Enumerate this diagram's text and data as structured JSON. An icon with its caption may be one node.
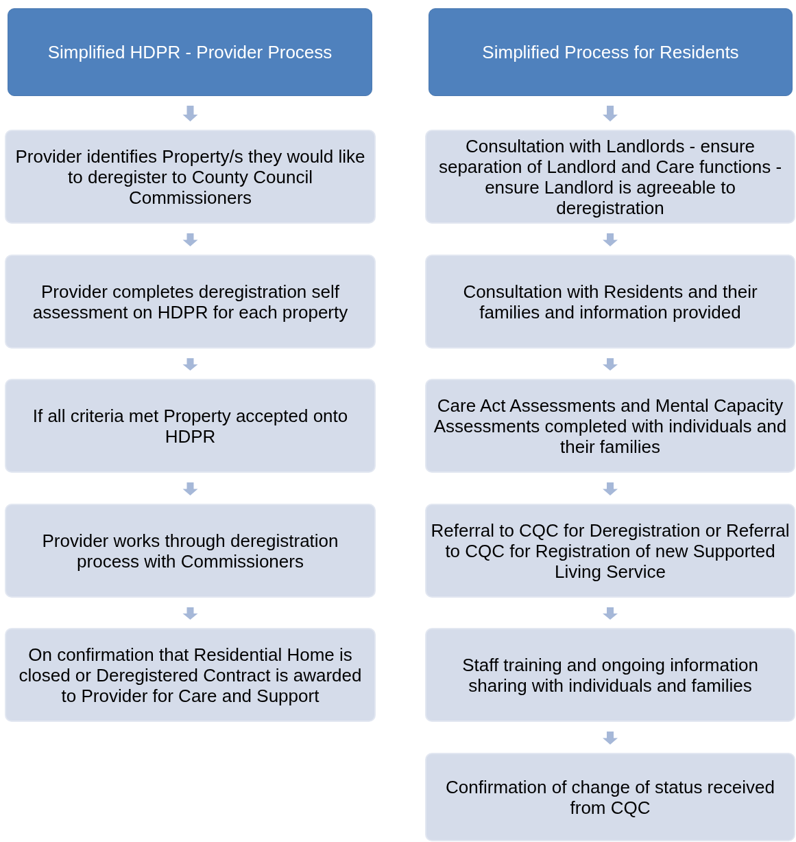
{
  "diagram": {
    "nodes": [
      {
        "text": [
          "Simplified HDPR - Provider Process"
        ]
      },
      {
        "text": [
          "Provider identifies Property/s they would like to deregister to County Council Commissioners"
        ]
      },
      {
        "text": [
          "Provider completes deregistration self assessment on HDPR for each property"
        ]
      },
      {
        "text": [
          "If all criteria met Property accepted onto HDPR"
        ]
      },
      {
        "text": [
          "Provider works through deregistration process with Commissioners"
        ]
      },
      {
        "text": [
          "On confirmation that Residential Home is closed or Deregistered Contract is awarded to Provider for Care and Support"
        ]
      },
      {
        "text": [
          "Simplified Process for Residents"
        ]
      },
      {
        "text": [
          "Consultation with Landlords - ensure separation of Landlord and Care functions - ensure Landlord is agreeable to deregistration"
        ]
      },
      {
        "text": [
          "Consultation with Residents and their families and information provided"
        ]
      },
      {
        "text": [
          "Care Act Assessments and Mental Capacity Assessments completed with individuals and their families"
        ]
      },
      {
        "text": [
          "Referral to CQC for Deregistration or Referral to CQC for Registration of new Supported Living Service"
        ]
      },
      {
        "text": [
          "Staff training and ongoing information sharing with individuals and families"
        ]
      },
      {
        "text": [
          "Confirmation of change of status received from CQC"
        ]
      }
    ],
    "edges": [
      {
        "from": 0,
        "to": 1,
        "arrow": "to"
      },
      {
        "from": 1,
        "to": 2,
        "arrow": "to"
      },
      {
        "from": 2,
        "to": 3,
        "arrow": "to"
      },
      {
        "from": 3,
        "to": 4,
        "arrow": "to"
      },
      {
        "from": 4,
        "to": 5,
        "arrow": "to"
      },
      {
        "from": 6,
        "to": 7,
        "arrow": "to"
      },
      {
        "from": 7,
        "to": 8,
        "arrow": "to"
      },
      {
        "from": 8,
        "to": 9,
        "arrow": "to"
      },
      {
        "from": 9,
        "to": 10,
        "arrow": "to"
      },
      {
        "from": 10,
        "to": 11,
        "arrow": "to"
      },
      {
        "from": 11,
        "to": 12,
        "arrow": "to"
      }
    ]
  }
}
